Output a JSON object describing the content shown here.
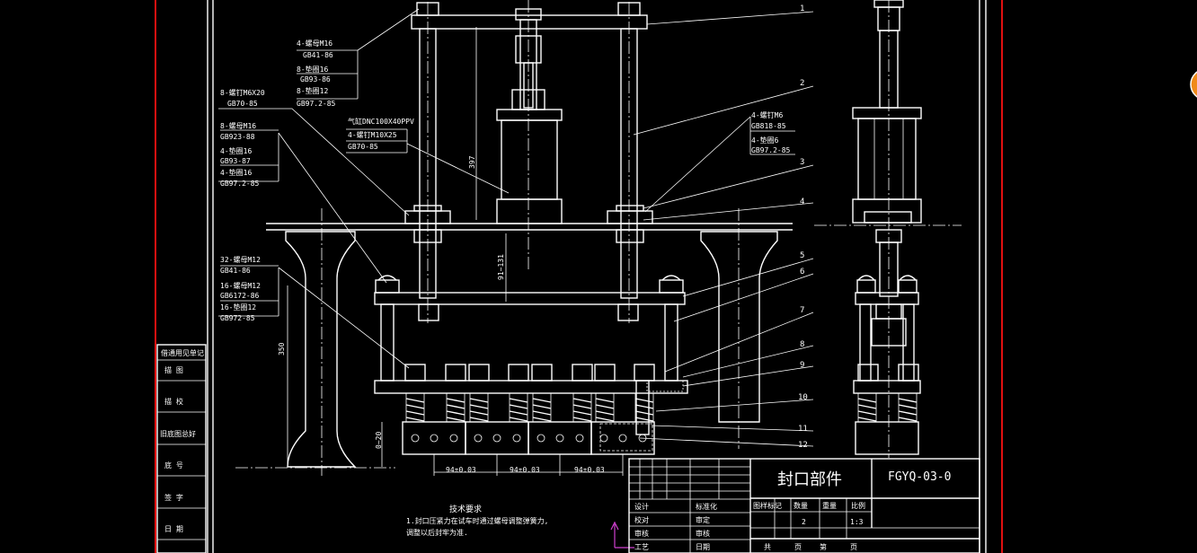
{
  "revision_panel": {
    "title": "借通用见单记",
    "rows": [
      "描 图",
      "描 校",
      "旧底图总好",
      "底 号",
      "签 字",
      "日 期"
    ]
  },
  "annotations": {
    "nut_m16_top": "4-螺母M16",
    "gb41_top": "GB41-86",
    "washer16_a": "8-垫圈16",
    "gb93_a": "GB93-86",
    "washer12_a": "8-垫圈12",
    "gb97_a": "GB97.2-85",
    "screw_m6x20": "8-螺钉M6X20",
    "gb70_a": "GB70-85",
    "nut_m16_mid": "8-螺母M16",
    "gb923": "GB923-88",
    "washer16_b": "4-垫圈16",
    "gb93_b": "GB93-87",
    "washer16_c": "4-垫圈16",
    "gb97_b": "GB97.2-85",
    "cylinder": "气缸DNC100X40PPV",
    "screw_m10x25": "4-螺钉M10X25",
    "gb70_b": "GB70-85",
    "screw_m6": "4-螺钉M6",
    "gb818": "GB818-85",
    "washer6": "4-垫圈6",
    "gb97_c": "GB97.2-85",
    "nut_m12": "32-螺母M12",
    "gb41_b": "GB41-86",
    "nut_m12_b": "16-螺母M12",
    "gb6172": "GB6172-86",
    "washer12_b": "16-垫圈12",
    "gb972": "GB972-85"
  },
  "dimensions": {
    "height_397": "397",
    "stroke": "91~131",
    "height_350": "350",
    "travel": "0~20",
    "pitch1": "94±0.03",
    "pitch2": "94±0.03",
    "pitch3": "94±0.03"
  },
  "part_numbers": [
    "1",
    "2",
    "3",
    "4",
    "5",
    "6",
    "7",
    "8",
    "9",
    "10",
    "11",
    "12"
  ],
  "tech_req": {
    "title": "技术要求",
    "line1": "1.封口压紧力在试车时通过螺母调整弹簧力,",
    "line2": "调整以后封牢为准."
  },
  "title_block": {
    "name": "封口部件",
    "code": "FGYQ-03-0",
    "left": [
      "设计",
      "校对",
      "审核",
      "工艺"
    ],
    "left2": [
      "标准化",
      "审定",
      "审核",
      "日期"
    ],
    "headers": [
      "图样标记",
      "数量",
      "重量",
      "比例"
    ],
    "qty": "2",
    "scale": "1:3",
    "sheet": [
      "共",
      "页",
      "第",
      "页"
    ]
  },
  "colors": {
    "frame": "#e01010",
    "lines": "#ffffff",
    "background": "#000000",
    "accent": "#f08a1a"
  }
}
